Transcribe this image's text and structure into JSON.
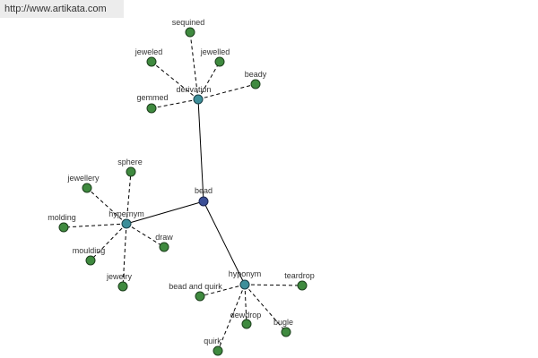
{
  "banner": {
    "url": "http://www.artikata.com"
  },
  "graph": {
    "root": {
      "id": "bead",
      "label": "bead"
    },
    "groups": [
      {
        "id": "derivation",
        "label": "derivation",
        "leaves": [
          "sequined",
          "jeweled",
          "jewelled",
          "beady",
          "gemmed"
        ]
      },
      {
        "id": "hypernym",
        "label": "hypernym",
        "leaves": [
          "sphere",
          "jewellery",
          "molding",
          "draw",
          "moulding",
          "jewelry"
        ]
      },
      {
        "id": "hyponym",
        "label": "hyponym",
        "leaves": [
          "bead and quirk",
          "teardrop",
          "dewdrop",
          "bugle",
          "quirk"
        ]
      }
    ]
  },
  "colors": {
    "leaf": "#3f8a3f",
    "group": "#3d8f9a",
    "root": "#3b4f96"
  }
}
